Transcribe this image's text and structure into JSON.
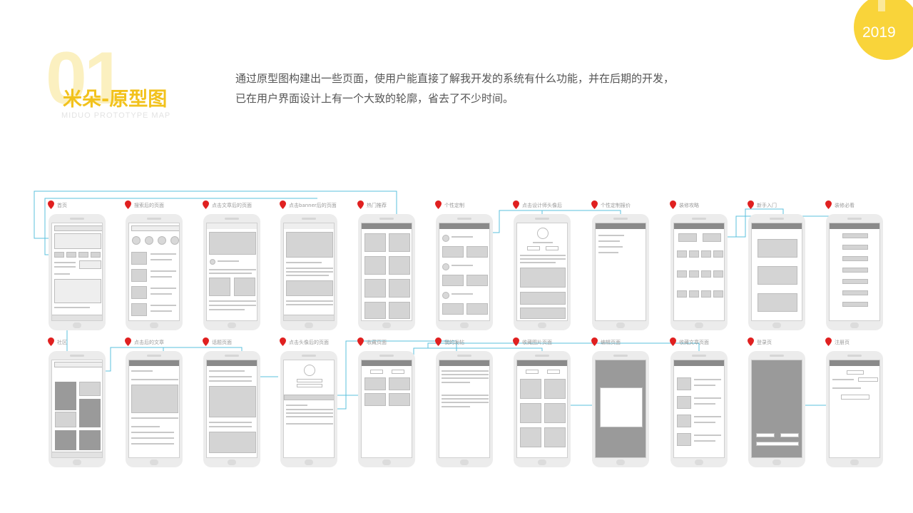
{
  "badge": {
    "year": "2019"
  },
  "header": {
    "number": "01",
    "title": "米朵-原型图",
    "subtitle": "MIDUO PROTOTYPE MAP",
    "description_line1": "通过原型图构建出一些页面，使用户能直接了解我开发的系统有什么功能，并在后期的开发，",
    "description_line2": "已在用户界面设计上有一个大致的轮廓，省去了不少时间。"
  },
  "colors": {
    "accent_yellow": "#f9d43a",
    "connector_blue": "#5bc0de",
    "pin_red": "#e02020"
  },
  "row1": [
    {
      "label": "首页",
      "kind": "home"
    },
    {
      "label": "搜索后的页面",
      "kind": "search"
    },
    {
      "label": "点击文章后的页面",
      "kind": "article"
    },
    {
      "label": "点击banner后的页面",
      "kind": "banner"
    },
    {
      "label": "热门推荐",
      "kind": "grid"
    },
    {
      "label": "个性定制",
      "kind": "custom"
    },
    {
      "label": "点击设计师头像后",
      "kind": "designer"
    },
    {
      "label": "个性定制报价",
      "kind": "quote"
    },
    {
      "label": "装修攻略",
      "kind": "guide"
    },
    {
      "label": "新手入门",
      "kind": "beginner"
    },
    {
      "label": "装修必看",
      "kind": "flow"
    }
  ],
  "row2": [
    {
      "label": "社区",
      "kind": "community"
    },
    {
      "label": "点击后的文章",
      "kind": "post"
    },
    {
      "label": "话题页面",
      "kind": "topic"
    },
    {
      "label": "点击头像后的页面",
      "kind": "profile"
    },
    {
      "label": "收藏页面",
      "kind": "collect"
    },
    {
      "label": "我的发帖",
      "kind": "myposts"
    },
    {
      "label": "收藏图片页面",
      "kind": "photos"
    },
    {
      "label": "编辑页面",
      "kind": "edit"
    },
    {
      "label": "收藏文章页面",
      "kind": "articles"
    },
    {
      "label": "登录页",
      "kind": "login"
    },
    {
      "label": "注册页",
      "kind": "register"
    }
  ]
}
